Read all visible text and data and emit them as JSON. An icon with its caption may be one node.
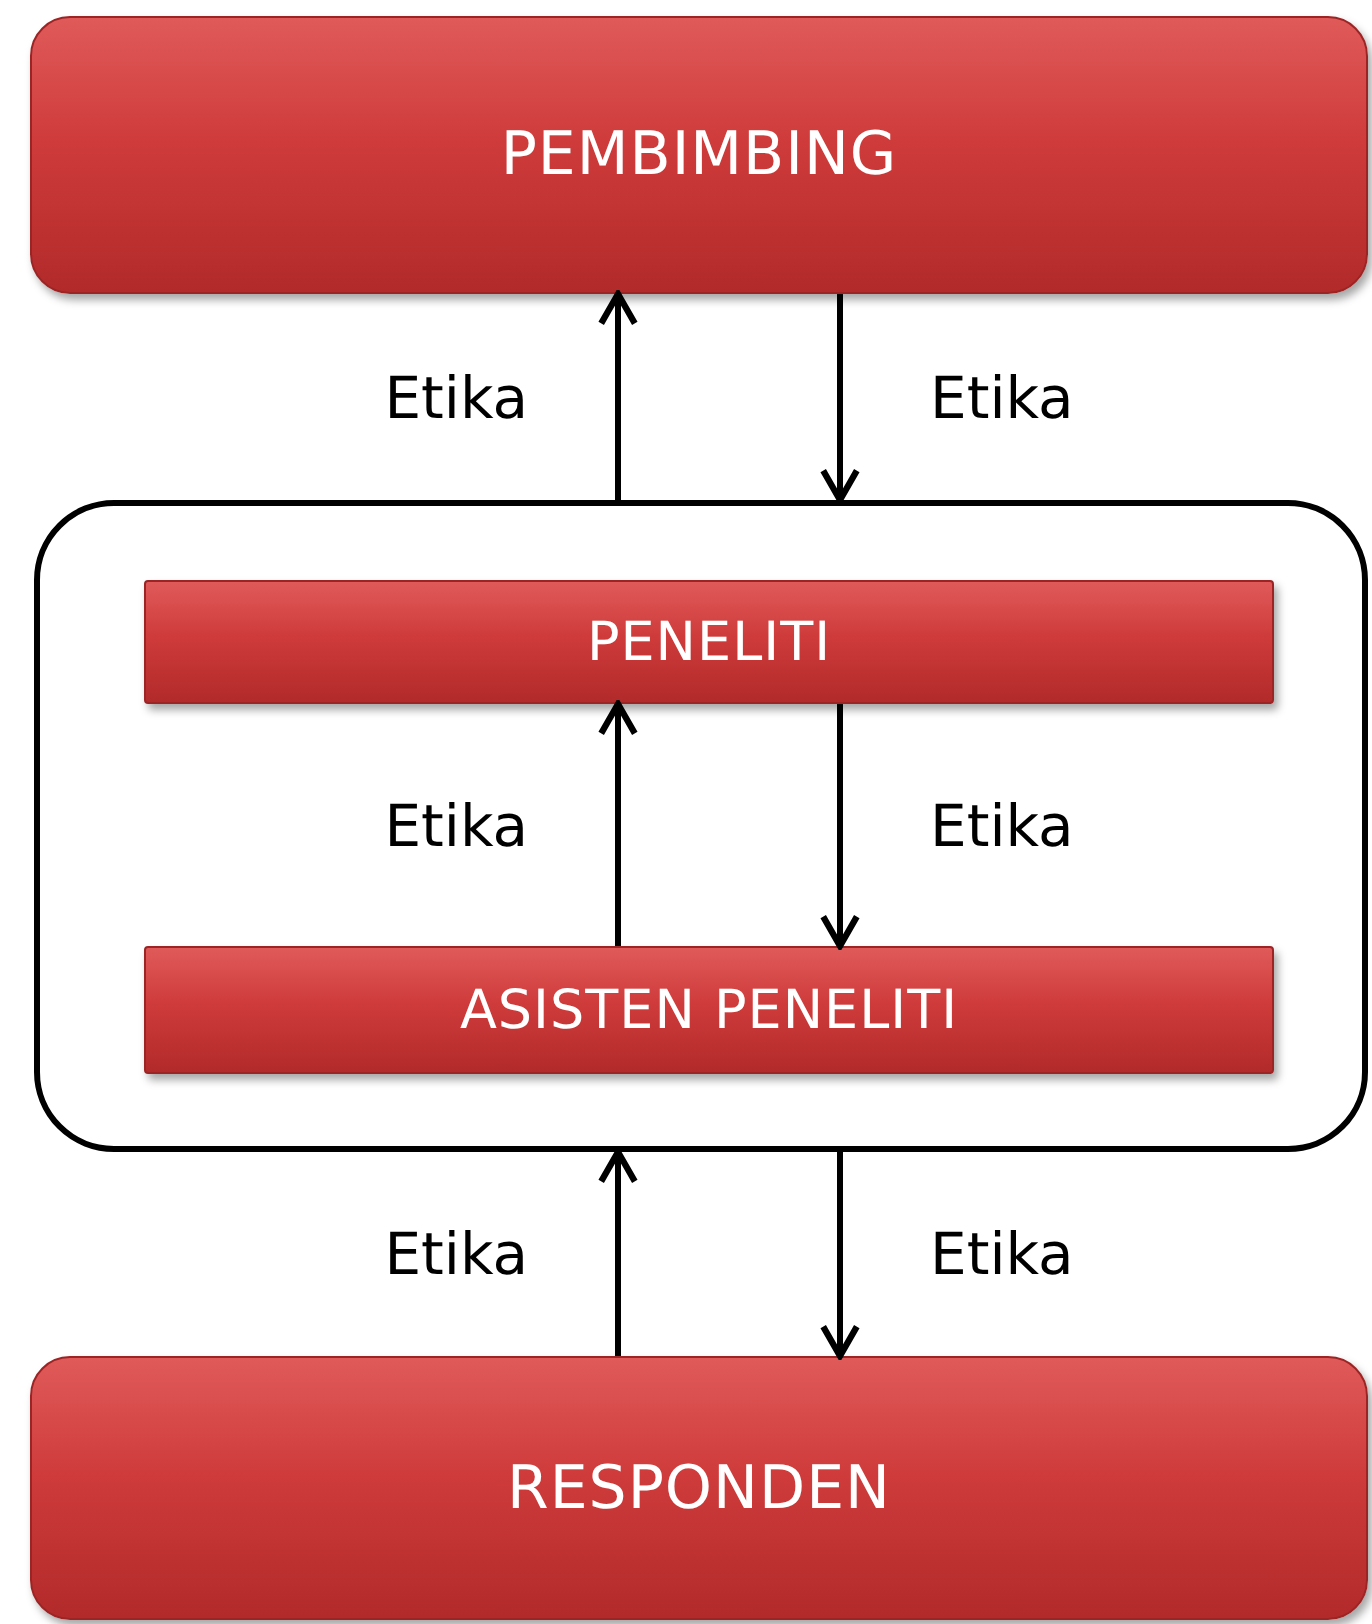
{
  "diagram": {
    "nodes": [
      {
        "text": [
          "PEMBIMBING"
        ]
      },
      {
        "text": [],
        "shape": "box"
      },
      {
        "text": [
          "PENELITI"
        ],
        "in": 1
      },
      {
        "text": [
          "ASISTEN PENELITI"
        ],
        "in": 1
      },
      {
        "text": [
          "RESPONDEN"
        ]
      }
    ],
    "edges": [
      {
        "from": 1,
        "to": 0,
        "arrow": "to",
        "label": "Etika"
      },
      {
        "from": 0,
        "to": 1,
        "arrow": "to",
        "label": "Etika"
      },
      {
        "from": 3,
        "to": 2,
        "arrow": "to",
        "label": "Etika"
      },
      {
        "from": 2,
        "to": 3,
        "arrow": "to",
        "label": "Etika"
      },
      {
        "from": 4,
        "to": 1,
        "arrow": "to",
        "label": "Etika"
      },
      {
        "from": 1,
        "to": 4,
        "arrow": "to",
        "label": "Etika"
      }
    ]
  }
}
